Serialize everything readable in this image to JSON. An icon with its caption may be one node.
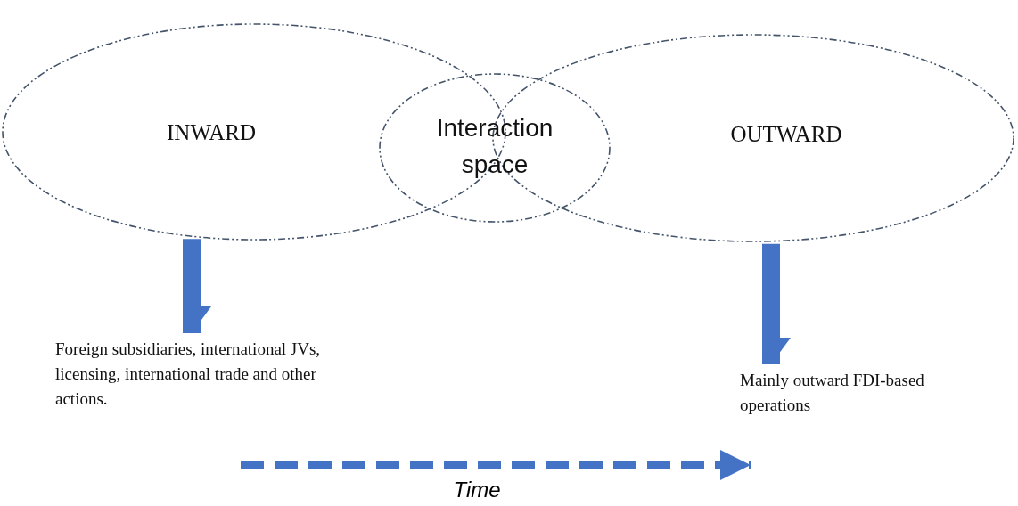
{
  "diagram": {
    "nodes": [
      {
        "text": [
          "INWARD"
        ]
      },
      {
        "text": [
          "OUTWARD"
        ]
      },
      {
        "text": [
          "Interaction space"
        ]
      },
      {
        "text": [
          "Foreign subsidiaries, international JVs, licensing, international trade and other actions."
        ]
      },
      {
        "text": [
          "Mainly outward FDI-based operations"
        ]
      }
    ],
    "edges": [
      {
        "from": 0,
        "to": 3,
        "arrow": "to"
      },
      {
        "from": 1,
        "to": 4,
        "arrow": "to"
      }
    ],
    "labels": [
      "Time"
    ]
  }
}
